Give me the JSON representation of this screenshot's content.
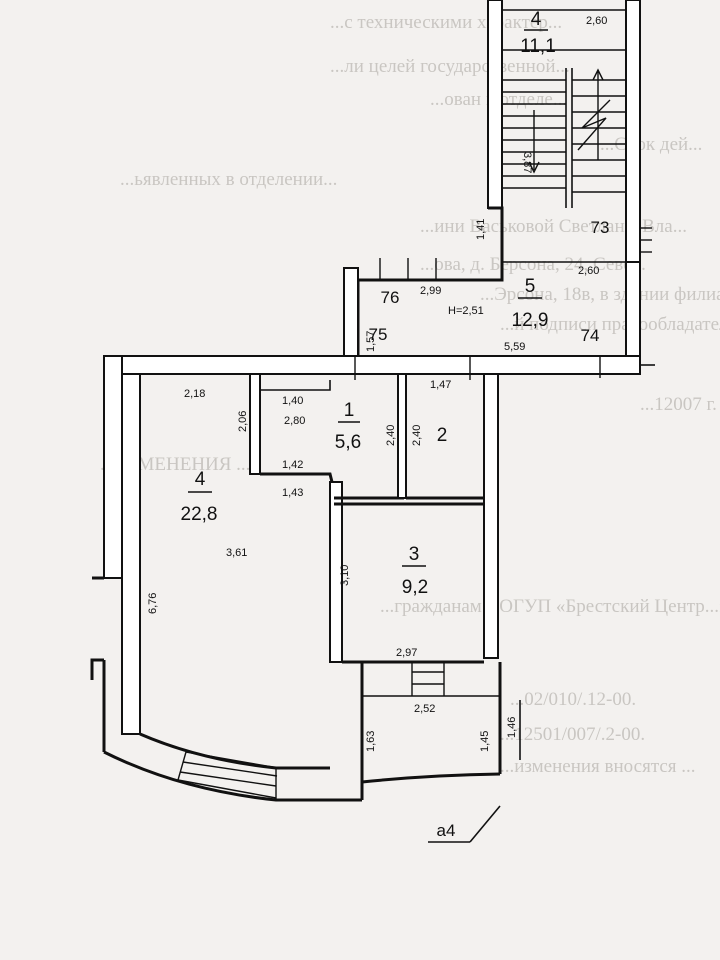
{
  "background_text": [
    "...с техническими характер...",
    "...ли целей государственной...",
    "...ован в отделе...",
    "...Срок дей...",
    "...ьявленных в отделении...",
    "...ини Васьковой Светланы Вла...",
    "...ова, д. Берсона, 24, Севе...",
    "...Эрсона, 18в, в здании филиала ...",
    "...й подписи правообладателя ...",
    "...12007 г.",
    "...ИЗМЕНЕНИЯ ...",
    "...гражданам СОГУП «Брестский Центр...»",
    "...02/010/.12-00.",
    "...12501/007/.2-00.",
    "...изменения вносятся ..."
  ],
  "rooms": [
    {
      "number": "4",
      "area": "11,1"
    },
    {
      "number": "5",
      "area": "12,9"
    },
    {
      "number": "1",
      "area": "5,6"
    },
    {
      "number": "2",
      "area": ""
    },
    {
      "number": "3",
      "area": "9,2"
    },
    {
      "number": "4",
      "area": "22,8"
    }
  ],
  "dimensions": {
    "d_2_60_top": "2,60",
    "d_3_87": "3,87",
    "d_1_41": "1,41",
    "d_2_60_mid": "2,60",
    "d_2_99": "2,99",
    "d_h": "H=2,51",
    "d_1_57": "1,57",
    "d_5_59": "5,59",
    "d_2_18": "2,18",
    "d_1_40": "1,40",
    "d_2_06": "2,06",
    "d_2_80": "2,80",
    "d_2_40_a": "2,40",
    "d_2_40_b": "2,40",
    "d_1_47": "1,47",
    "d_1_42": "1,42",
    "d_1_43": "1,43",
    "d_3_61": "3,61",
    "d_3_10": "3,10",
    "d_6_76": "6,76",
    "d_2_97": "2,97",
    "d_2_52": "2,52",
    "d_1_63": "1,63",
    "d_1_45": "1,45",
    "d_1_46": "1,46"
  },
  "markers": {
    "m73": "73",
    "m76": "76",
    "m75": "75",
    "m74": "74",
    "a4": "а4"
  }
}
